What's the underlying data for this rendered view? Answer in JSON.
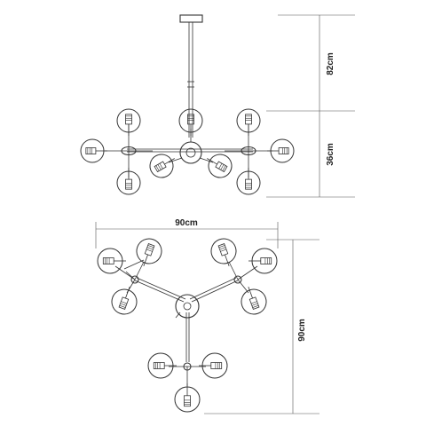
{
  "dimensions": {
    "drop_height": "82cm",
    "fixture_height": "36cm",
    "width": "90cm",
    "depth": "90cm"
  },
  "colors": {
    "line": "#333333",
    "dimension_line": "#555555",
    "text": "#222222",
    "background": "#ffffff"
  }
}
